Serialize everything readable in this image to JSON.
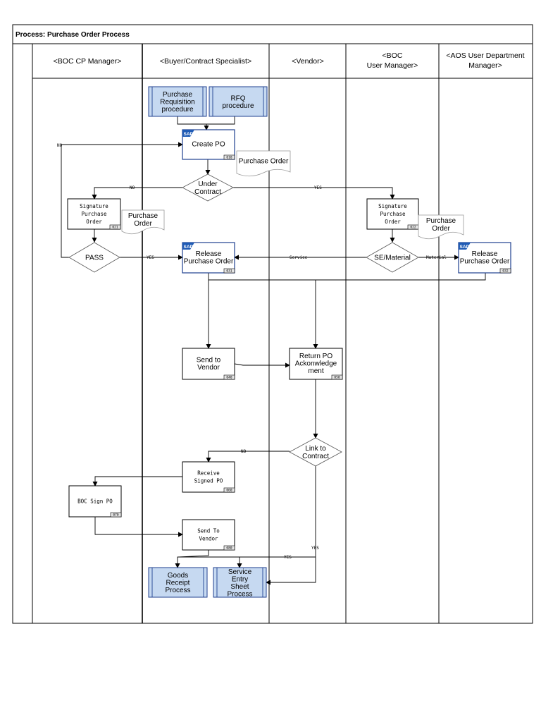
{
  "title": "Process:  Purchase Order Process",
  "lanes": [
    {
      "id": "boc-cp-manager",
      "label": [
        "<BOC CP Manager>"
      ]
    },
    {
      "id": "buyer",
      "label": [
        "<Buyer/Contract Specialist>"
      ]
    },
    {
      "id": "vendor",
      "label": [
        "<Vendor>"
      ]
    },
    {
      "id": "boc-user-manager",
      "label": [
        "<BOC",
        "User Manager>"
      ]
    },
    {
      "id": "aos-manager",
      "label": [
        "<AOS User Department",
        "Manager>"
      ]
    }
  ],
  "nodes": [
    {
      "id": "purchase-req",
      "kind": "subprocess",
      "lines": [
        "Purchase",
        "Requisition",
        "procedure"
      ]
    },
    {
      "id": "rfq",
      "kind": "subprocess",
      "lines": [
        "RFQ",
        "procedure"
      ]
    },
    {
      "id": "create-po",
      "kind": "sap",
      "lines": [
        "Create PO"
      ],
      "code": "010"
    },
    {
      "id": "doc-po-1",
      "kind": "document",
      "lines": [
        "Purchase Order"
      ]
    },
    {
      "id": "under-contract",
      "kind": "decision",
      "lines": [
        "Under",
        "Contract"
      ]
    },
    {
      "id": "sig-po-left",
      "kind": "task",
      "lines": [
        "Signature",
        "Purchase",
        "Order"
      ],
      "code": "021"
    },
    {
      "id": "doc-po-2",
      "kind": "document",
      "lines": [
        "Purchase",
        "Order"
      ]
    },
    {
      "id": "sig-po-right",
      "kind": "task",
      "lines": [
        "Signature",
        "Purchase",
        "Order"
      ],
      "code": "022"
    },
    {
      "id": "doc-po-3",
      "kind": "document",
      "lines": [
        "Purchase",
        "Order"
      ]
    },
    {
      "id": "pass",
      "kind": "decision",
      "lines": [
        "PASS"
      ]
    },
    {
      "id": "release-po-buyer",
      "kind": "sap",
      "lines": [
        "Release",
        "Purchase Order"
      ],
      "code": "031"
    },
    {
      "id": "se-material",
      "kind": "decision",
      "lines": [
        "SE/Material"
      ]
    },
    {
      "id": "release-po-aos",
      "kind": "sap",
      "lines": [
        "Release",
        "Purchase Order"
      ],
      "code": "032"
    },
    {
      "id": "send-to-vendor-1",
      "kind": "task",
      "lines": [
        "Send to",
        "Vendor"
      ],
      "code": "040"
    },
    {
      "id": "return-po-ack",
      "kind": "task",
      "lines": [
        "Return PO",
        "Ackonwledge",
        "ment"
      ],
      "code": "050"
    },
    {
      "id": "link-to-contract",
      "kind": "decision",
      "lines": [
        "Link to",
        "Contract"
      ]
    },
    {
      "id": "receive-signed-po",
      "kind": "task-mono",
      "lines": [
        "Receive",
        "Signed PO"
      ],
      "code": "060"
    },
    {
      "id": "boc-sign-po",
      "kind": "task-mono",
      "lines": [
        "BOC Sign PO"
      ],
      "code": "070"
    },
    {
      "id": "send-to-vendor-2",
      "kind": "task-mono",
      "lines": [
        "Send To",
        "Vendor"
      ],
      "code": "080"
    },
    {
      "id": "goods-receipt",
      "kind": "subprocess",
      "lines": [
        "Goods",
        "Receipt",
        "Process"
      ]
    },
    {
      "id": "service-entry",
      "kind": "subprocess",
      "lines": [
        "Service",
        "Entry",
        "Sheet",
        "Process"
      ]
    }
  ],
  "edge_labels": {
    "pass_no": "NO",
    "contract_no": "NO",
    "contract_yes": "YES",
    "pass_yes": "YES",
    "service": "Service",
    "material": "Material",
    "link_no": "NO",
    "link_yes": "YES",
    "send_yes": "YES"
  },
  "icons": {
    "sap_badge": "SAP"
  },
  "colors": {
    "subprocess_fill": "#c6d9f1",
    "sap_border": "#1f3f8f",
    "badge": "#1f5bb5"
  }
}
